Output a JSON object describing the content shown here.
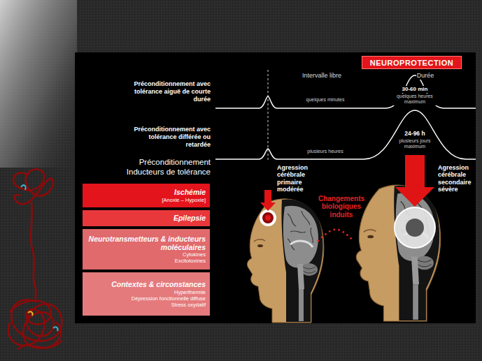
{
  "diagram": {
    "nodes": [
      {
        "text": [
          "NEUROPROTECTION"
        ]
      },
      {
        "text": [
          "Ischémie",
          "[Anoxie – Hypoxie]"
        ]
      },
      {
        "text": [
          "Epilepsie"
        ]
      },
      {
        "text": [
          "Neurotransmetteurs & inducteurs moléculaires",
          "Cytokines",
          "Excitotoxines"
        ]
      },
      {
        "text": [
          "Contextes & circonstances",
          "Hyperthermie",
          "Dépression fonctionnelle diffuse",
          "Stress oxydatif"
        ]
      },
      {
        "text": [
          "Agression cérébrale primaire modérée"
        ]
      },
      {
        "text": [
          "Agression cérébrale secondaire sévère"
        ]
      }
    ],
    "edges": [
      {
        "from": 5,
        "to": 6,
        "label": "Changements biologiques induits",
        "arrow": "none"
      }
    ],
    "labels": [
      "Intervalle libre",
      "Durée",
      "Préconditionnement avec tolérance aiguë de courte durée",
      "quelques minutes",
      "30-60 min",
      "quelques heures maximum",
      "Préconditionnement avec tolérance différée ou retardée",
      "plusieurs heures",
      "24-96 h",
      "plusieurs jours maximum",
      "Préconditionnement Inducteurs de tolérance"
    ]
  }
}
